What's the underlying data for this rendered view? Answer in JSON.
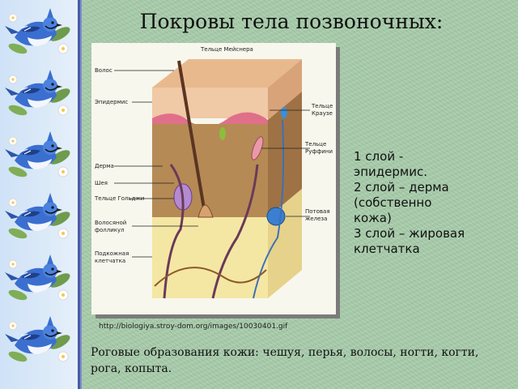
{
  "slide": {
    "title": "Покровы тела позвоночных:",
    "layers": [
      "1 слой -",
      "эпидермис.",
      "2 слой – дерма",
      "(собственно",
      "кожа)",
      "3 слой – жировая",
      "клетчатка"
    ],
    "source_url": "http://biologiya.stroy-dom.org/images/10030401.gif",
    "caption": "Роговые образования кожи: чешуя, перья, волосы, ногти, когти, рога, копыта."
  },
  "figure": {
    "labels": {
      "meissner": "Тельце Мейснера",
      "hair": "Волос",
      "epidermis": "Эпидермис",
      "dermis": "Дерма",
      "gland": "Шея",
      "nerve_ending": "Тельце Гольджи",
      "follicle_1": "Волосяной",
      "follicle_2": "фолликул",
      "subcut_1": "Подкожная",
      "subcut_2": "клетчатка",
      "krause_1": "Тельце",
      "krause_2": "Краузе",
      "ruffini_1": "Тельце",
      "ruffini_2": "Руффини",
      "sweat_1": "Потовая",
      "sweat_2": "железа"
    }
  },
  "colors": {
    "background": "#a7ccaa",
    "border_strip": "#dceaf8",
    "border_line": "#4a5aa8"
  }
}
